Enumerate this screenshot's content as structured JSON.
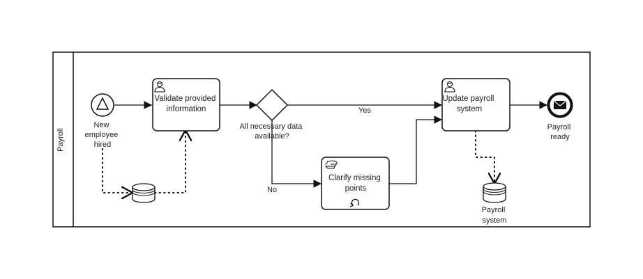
{
  "pool": {
    "label": "Payroll"
  },
  "events": {
    "start": {
      "label_lines": [
        "New",
        "employee",
        "hired"
      ],
      "icon": "triangle-icon"
    },
    "end": {
      "label_lines": [
        "Payroll",
        "ready"
      ],
      "icon": "envelope-icon"
    }
  },
  "tasks": {
    "validate": {
      "label_lines": [
        "Validate provided",
        "information"
      ],
      "icon": "user-icon"
    },
    "clarify": {
      "label_lines": [
        "Clarify missing",
        "points"
      ],
      "icon": "hand-icon",
      "marker": "loop-icon"
    },
    "update": {
      "label_lines": [
        "Update payroll",
        "system"
      ],
      "icon": "user-icon"
    }
  },
  "gateway": {
    "label_lines": [
      "All necessary data",
      "available?"
    ]
  },
  "flows": {
    "yes": "Yes",
    "no": "No"
  },
  "data_stores": {
    "unnamed": {
      "label": ""
    },
    "payroll_system": {
      "label_lines": [
        "Payroll",
        "system"
      ]
    }
  },
  "colors": {
    "stroke": "#111111",
    "text": "#222222",
    "background": "#ffffff"
  }
}
